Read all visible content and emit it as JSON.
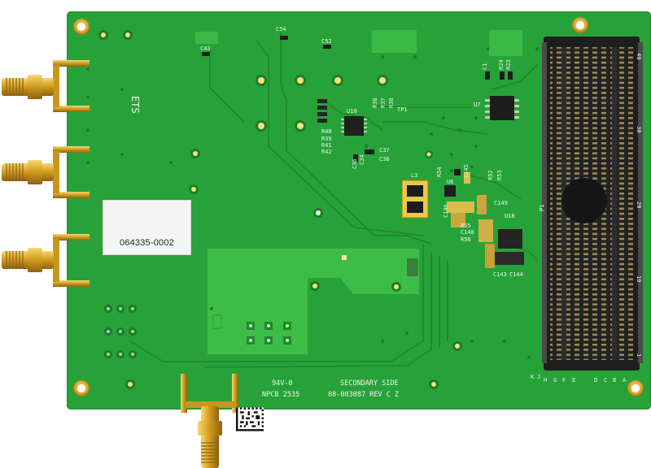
{
  "board": {
    "serial_label": "064335-0002",
    "rating_mark": "94V-0",
    "vendor_mark": "NPCB 2535",
    "side_title": "SECONDARY SIDE",
    "part_revision": "08-083087 REV C Z",
    "mirrored_mark": "ETS"
  },
  "refdes": {
    "c54": "C54",
    "c52": "C52",
    "c43": "C43",
    "c1": "C1",
    "r24": "R24",
    "r23": "R23",
    "u10": "U10",
    "r36": "R36",
    "r37": "R37",
    "r38": "R38",
    "r40": "R40",
    "r39": "R39",
    "r41": "R41",
    "r42": "R42",
    "tp1": "TP1",
    "u7": "U7",
    "c37": "C37",
    "c38": "C38",
    "c36": "C36",
    "c34": "C34",
    "l3": "L3",
    "r54": "R54",
    "u6": "U6",
    "c145": "C145",
    "c149": "C149",
    "u18": "U18",
    "p1": "P1",
    "c146": "C146",
    "r55": "R55",
    "c148": "C148",
    "r56": "R56",
    "c143": "C143",
    "c144": "C144",
    "r53": "R53",
    "r52": "R52"
  },
  "connector": {
    "column_letters": [
      "K",
      "J",
      "H",
      "G",
      "F",
      "E",
      "D",
      "C",
      "B",
      "A"
    ],
    "row_numbers": [
      "40",
      "30",
      "20",
      "10",
      "1"
    ]
  },
  "colors": {
    "pcb_green": "#27a238",
    "pcb_light": "#3dbd48",
    "gold": "#d6a21c",
    "connector_black": "#1e1e1e"
  }
}
